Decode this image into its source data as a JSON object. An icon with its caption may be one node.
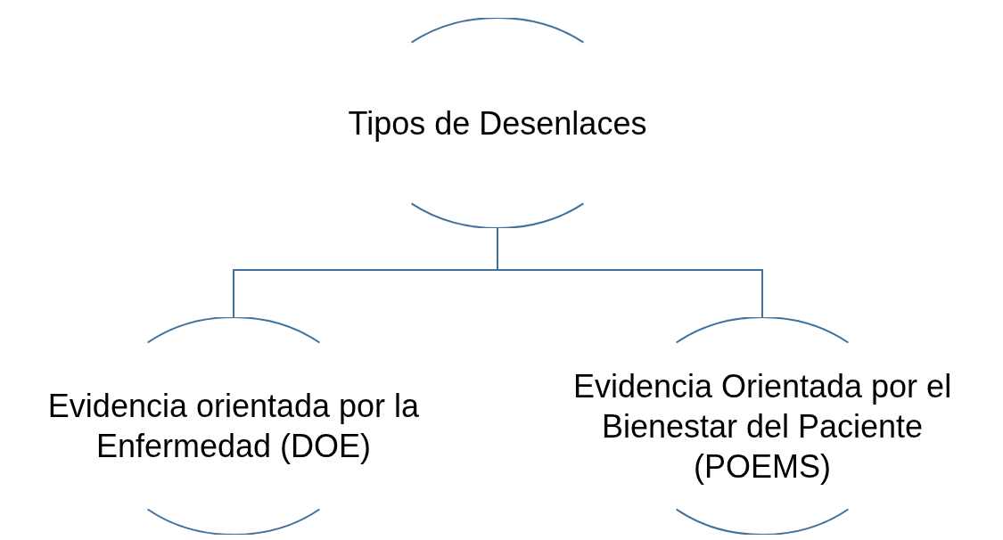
{
  "diagram": {
    "nodes": [
      {
        "text": [
          "Tipos de Desenlaces"
        ]
      },
      {
        "text": [
          "Evidencia orientada por la Enfermedad (DOE)"
        ]
      },
      {
        "text": [
          "Evidencia Orientada por el Bienestar del Paciente (POEMS)"
        ]
      }
    ],
    "edges": [
      {
        "from": 0,
        "to": 1,
        "arrow": "none"
      },
      {
        "from": 0,
        "to": 2,
        "arrow": "none"
      }
    ]
  }
}
